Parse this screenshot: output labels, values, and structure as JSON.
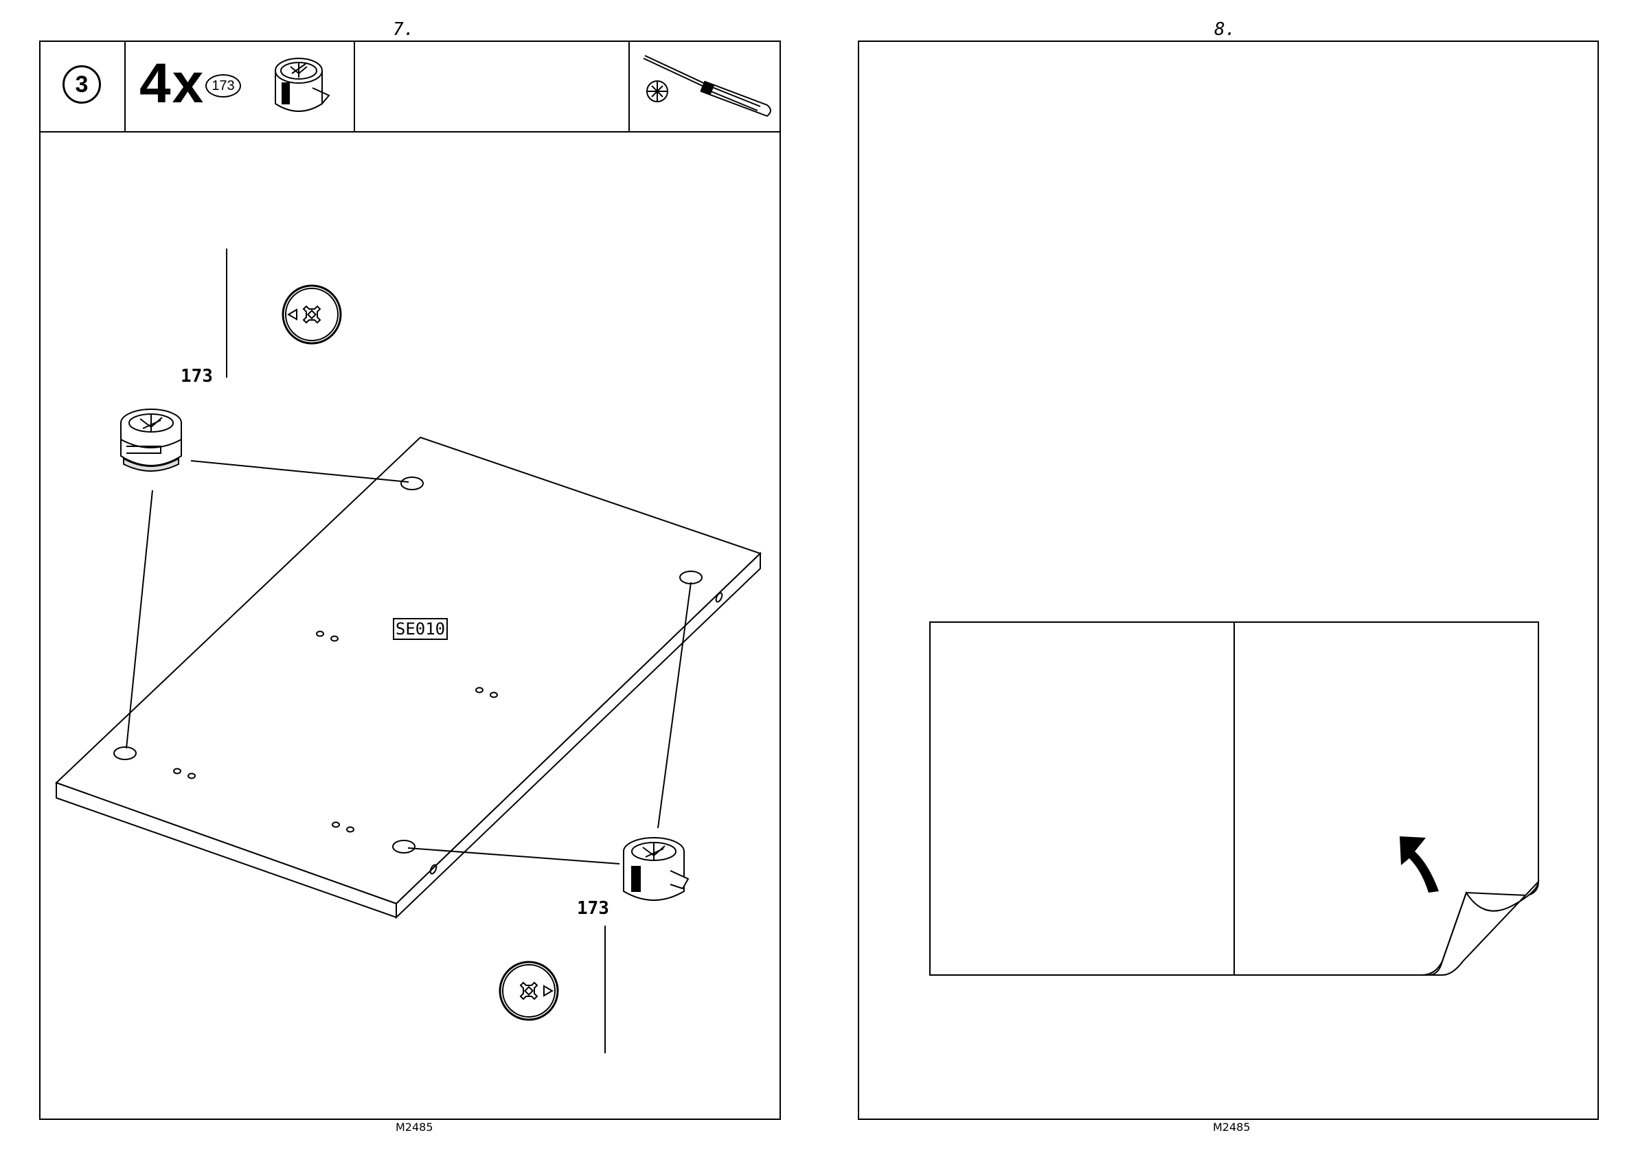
{
  "left_page": {
    "page_number": "7.",
    "footer_code": "M2485",
    "header": {
      "step_number": "3",
      "quantity": "4x",
      "part_number": "173"
    },
    "diagram": {
      "callout_top": "173",
      "callout_bottom": "173",
      "panel_label": "SE010"
    }
  },
  "right_page": {
    "page_number": "8.",
    "footer_code": "M2485"
  },
  "icons": {
    "cam_lock": "cam-lock-fitting-icon",
    "screwdriver": "phillips-screwdriver-icon",
    "rotation": "cam-lock-rotation-icon",
    "turn_page": "turn-page-arrow-icon"
  }
}
